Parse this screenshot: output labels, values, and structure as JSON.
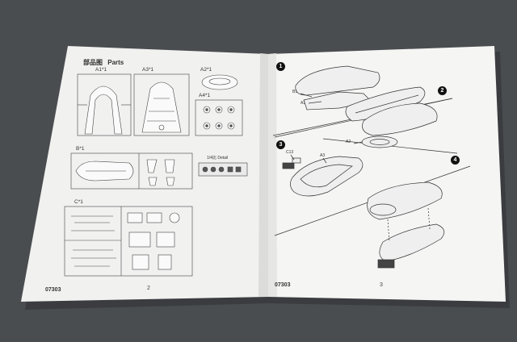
{
  "left_page": {
    "header": "部品图",
    "header_en": "Parts",
    "sprues": {
      "a1": "A1*1",
      "a3": "A3*1",
      "a2": "A2*1",
      "a4": "A4*1",
      "b": "B*1",
      "c": "C*1"
    },
    "detail_label": "1/4比 Detail",
    "footer_code": "07303",
    "page_number": "2"
  },
  "right_page": {
    "steps": [
      "1",
      "2",
      "3",
      "4"
    ],
    "callouts": {
      "b1": "B1",
      "a1": "A1",
      "a2": "A2",
      "c13": "C13",
      "a3": "A3"
    },
    "footer_code": "07303",
    "page_number": "3"
  }
}
